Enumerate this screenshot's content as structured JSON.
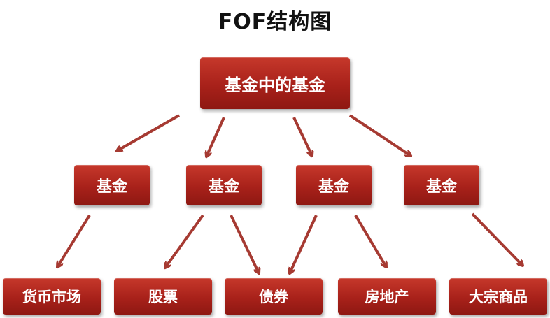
{
  "title": "FOF结构图",
  "colors": {
    "node_fill": "#a8211a",
    "arrow": "#a63a32",
    "text": "#ffffff"
  },
  "nodes": {
    "root": "基金中的基金",
    "funds": [
      "基金",
      "基金",
      "基金",
      "基金"
    ],
    "assets": [
      "货币市场",
      "股票",
      "债券",
      "房地产",
      "大宗商品"
    ]
  }
}
